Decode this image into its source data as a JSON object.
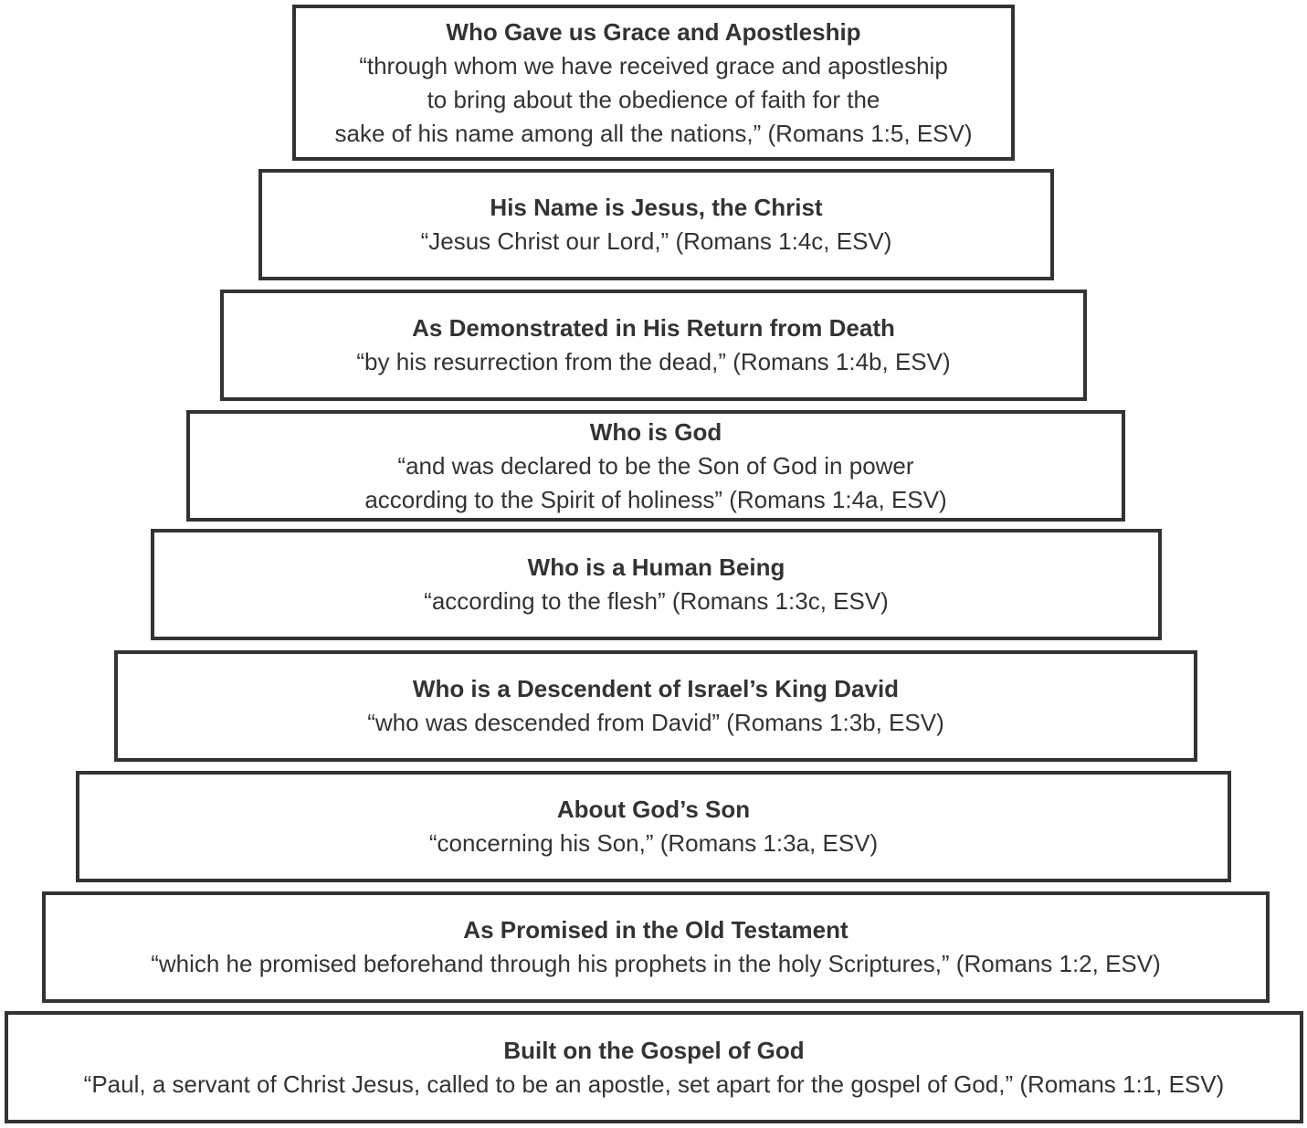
{
  "tiers": [
    {
      "title": "Who Gave us Grace and Apostleship",
      "verse_lines": [
        "“through whom we have received grace and apostleship",
        "to bring about the obedience of faith for the",
        "sake of his name among all the nations,” (Romans 1:5, ESV)"
      ]
    },
    {
      "title": "His Name is Jesus, the Christ",
      "verse_lines": [
        "“Jesus Christ our Lord,” (Romans 1:4c, ESV)"
      ]
    },
    {
      "title": "As Demonstrated in His Return from Death",
      "verse_lines": [
        "“by his resurrection from the dead,” (Romans 1:4b, ESV)"
      ]
    },
    {
      "title": "Who is God",
      "verse_lines": [
        "“and was declared to be the Son of God in power",
        "according to the Spirit of holiness” (Romans 1:4a, ESV)"
      ]
    },
    {
      "title": "Who is a Human Being",
      "verse_lines": [
        "“according to the flesh” (Romans 1:3c, ESV)"
      ]
    },
    {
      "title": "Who is a Descendent of Israel’s King David",
      "verse_lines": [
        "“who was descended from David” (Romans 1:3b, ESV)"
      ]
    },
    {
      "title": "About God’s Son",
      "verse_lines": [
        "“concerning his Son,” (Romans 1:3a, ESV)"
      ]
    },
    {
      "title": "As Promised in the Old Testament",
      "verse_lines": [
        "“which he promised beforehand through his prophets in the holy Scriptures,” (Romans 1:2, ESV)"
      ]
    },
    {
      "title": "Built on the Gospel of God",
      "verse_lines": [
        "“Paul, a servant of Christ Jesus, called to be an apostle, set apart for the gospel of God,” (Romans 1:1, ESV)"
      ]
    }
  ]
}
